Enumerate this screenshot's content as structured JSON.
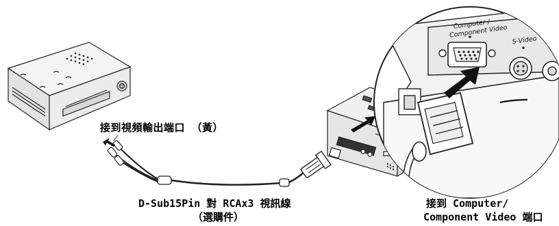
{
  "labels": {
    "video_out": "接到視頻輸出端口 （黃）",
    "cable_name": "D-Sub15Pin 對 RCAx3 視訊線",
    "cable_note": "（選購件）",
    "computer_port_line1": "接到 Computer/",
    "computer_port_line2": "Component Video 端口"
  },
  "port_labels": {
    "computer_line1": "Computer /",
    "computer_line2": "Component Video",
    "svideo": "S-Video"
  }
}
